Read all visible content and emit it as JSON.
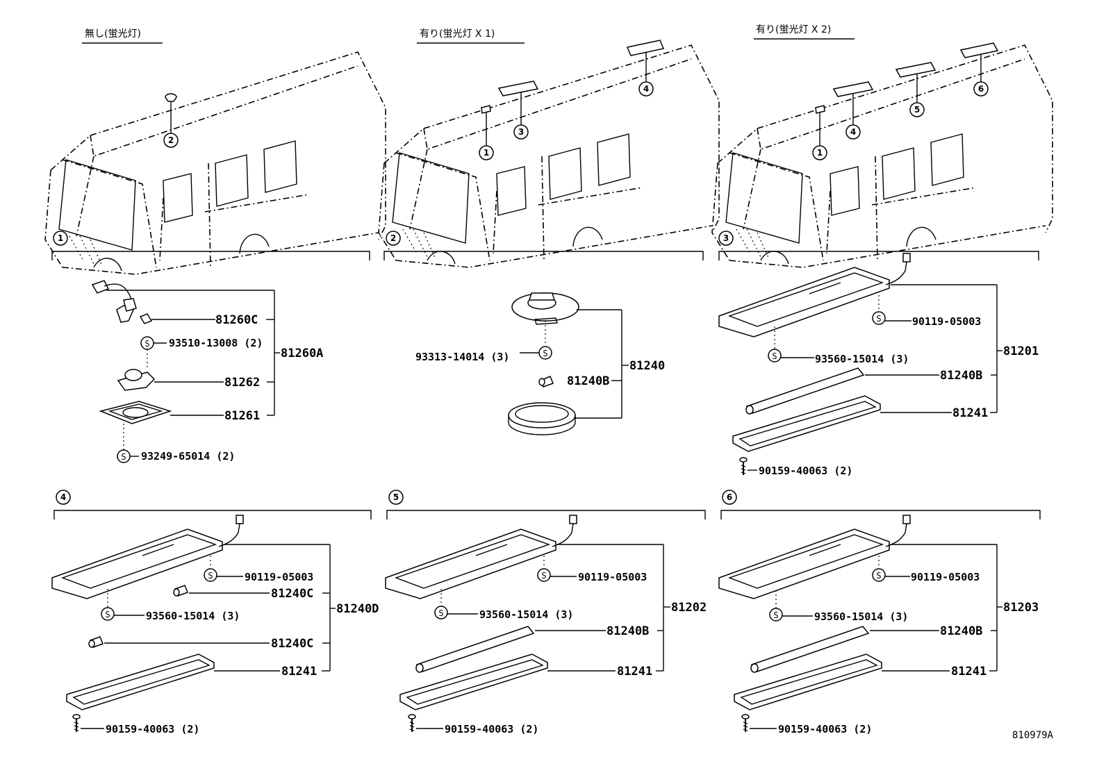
{
  "figure_code": "810979A",
  "variants": [
    {
      "header": "無し(蛍光灯)",
      "index": "1"
    },
    {
      "header": "有り(蛍光灯 X 1)",
      "index": "2"
    },
    {
      "header": "有り(蛍光灯 X 2)",
      "index": "3"
    }
  ],
  "vehicle_callouts": {
    "v1": [
      "2"
    ],
    "v2": [
      "1",
      "3",
      "4"
    ],
    "v3": [
      "1",
      "4",
      "5",
      "6"
    ]
  },
  "groups": [
    {
      "index": "1",
      "assembly": "81260A",
      "parts": [
        "81260C",
        "93510-13008 (2)",
        "81262",
        "81261",
        "93249-65014 (2)"
      ]
    },
    {
      "index": "2",
      "assembly": "81240",
      "parts": [
        "93313-14014 (3)",
        "81240B"
      ]
    },
    {
      "index": "3",
      "assembly": "81201",
      "parts": [
        "90119-05003",
        "93560-15014 (3)",
        "81240B",
        "81241",
        "90159-40063 (2)"
      ]
    },
    {
      "index": "4",
      "assembly": "81240D",
      "parts": [
        "90119-05003",
        "81240C",
        "93560-15014 (3)",
        "81240C",
        "81241",
        "90159-40063 (2)"
      ]
    },
    {
      "index": "5",
      "assembly": "81202",
      "parts": [
        "90119-05003",
        "93560-15014 (3)",
        "81240B",
        "81241",
        "90159-40063 (2)"
      ]
    },
    {
      "index": "6",
      "assembly": "81203",
      "parts": [
        "90119-05003",
        "93560-15014 (3)",
        "81240B",
        "81241",
        "90159-40063 (2)"
      ]
    }
  ],
  "screw_symbol": "S"
}
